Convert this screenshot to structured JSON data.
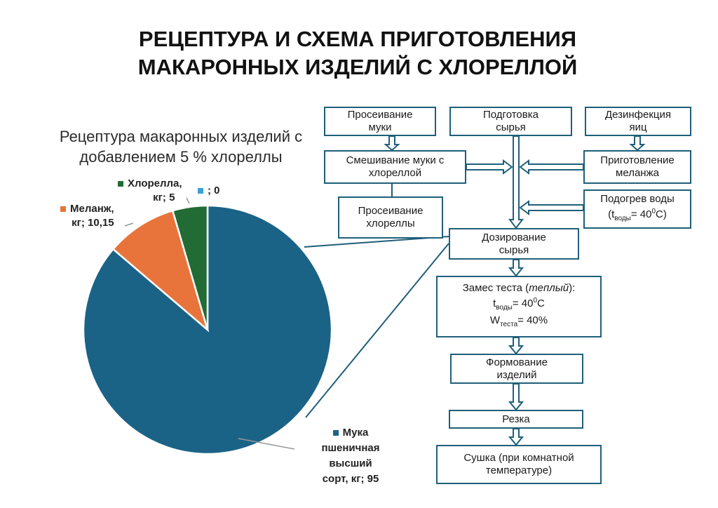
{
  "title": {
    "line1": "РЕЦЕПТУРА И СХЕМА ПРИГОТОВЛЕНИЯ",
    "line2": "МАКАРОННЫХ ИЗДЕЛИЙ С ХЛОРЕЛЛОЙ"
  },
  "colors": {
    "flour": "#1b6386",
    "melange": "#e8743b",
    "chlorella": "#236b35",
    "zero": "#3b9fd8",
    "box_border": "#1f5f7a"
  },
  "chart_data": {
    "type": "pie",
    "title": "Рецептура макаронных изделий с добавлением 5 % хлореллы",
    "series": [
      {
        "name": "Мука пшеничная высший сорт",
        "value": 95
      },
      {
        "name": "Меланж",
        "value": 10.15
      },
      {
        "name": "Хлорелла",
        "value": 5
      },
      {
        "name": "",
        "value": 0
      }
    ],
    "labels": {
      "flour": [
        "Мука",
        "пшеничная",
        "высший",
        "сорт, кг; 95"
      ],
      "melange": [
        "Меланж,",
        "кг; 10,15"
      ],
      "chlorella": [
        "Хлорелла,",
        "кг; 5"
      ],
      "zero": "; 0"
    }
  },
  "flow": {
    "sift_flour": "Просеивание\nмуки",
    "prep_raw": "Подготовка\nсырья",
    "disinfect_eggs": "Дезинфекция\nяиц",
    "mix": "Смешивание муки с\nхлореллой",
    "melange_prep": "Приготовление\nмеланжа",
    "sift_chlorella": "Просеивание\nхлореллы",
    "heat_water_l1": "Подогрев воды",
    "heat_water_t": "t",
    "heat_water_sub": "воды",
    "heat_water_val": "= 40",
    "heat_water_sup": "0",
    "heat_water_unit": "С)",
    "dosing": "Дозирование\nсырья",
    "knead_l1a": "Замес теста (",
    "knead_l1b": "теплый",
    "knead_l1c": "):",
    "knead_t": "t",
    "knead_t_sub": "воды",
    "knead_t_val": "= 40",
    "knead_t_sup": "0",
    "knead_t_unit": "С",
    "knead_w": "W",
    "knead_w_sub": "теста",
    "knead_w_val": "= 40%",
    "forming": "Формование\nизделий",
    "cutting": "Резка",
    "drying": "Сушка (при комнатной\nтемпературе)"
  }
}
